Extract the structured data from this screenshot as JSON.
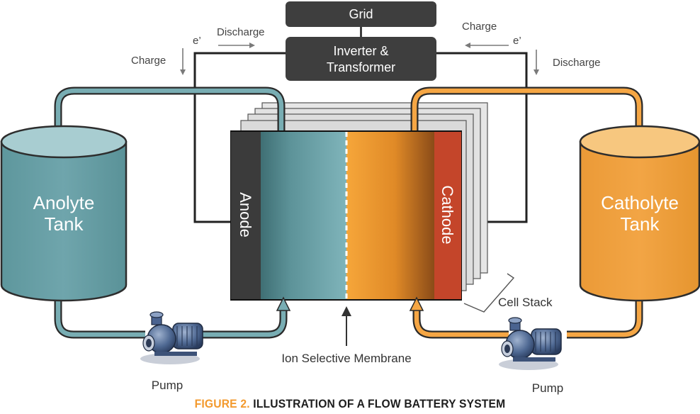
{
  "diagram": {
    "grid_label": "Grid",
    "inverter_line1": "Inverter &",
    "inverter_line2": "Transformer",
    "left_discharge_label": "Discharge",
    "left_charge_label": "Charge",
    "left_electron_label": "e’",
    "right_charge_label": "Charge",
    "right_discharge_label": "Discharge",
    "right_electron_label": "e’",
    "anolyte_line1": "Anolyte",
    "anolyte_line2": "Tank",
    "catholyte_line1": "Catholyte",
    "catholyte_line2": "Tank",
    "anode_label": "Anode",
    "cathode_label": "Cathode",
    "cell_stack_label": "Cell Stack",
    "membrane_label": "Ion Selective Membrane",
    "pump_left_label": "Pump",
    "pump_right_label": "Pump"
  },
  "caption": {
    "figure_label": "FIGURE 2.",
    "title": "ILLUSTRATION OF A FLOW BATTERY SYSTEM"
  },
  "colors": {
    "anolyte": "#6fa5ac",
    "catholyte": "#f2a23d",
    "electrode_dark": "#3b3b3b",
    "cathode_red": "#c4452a",
    "box_dark": "#3e3e3e",
    "figure_accent": "#f39a2e"
  }
}
